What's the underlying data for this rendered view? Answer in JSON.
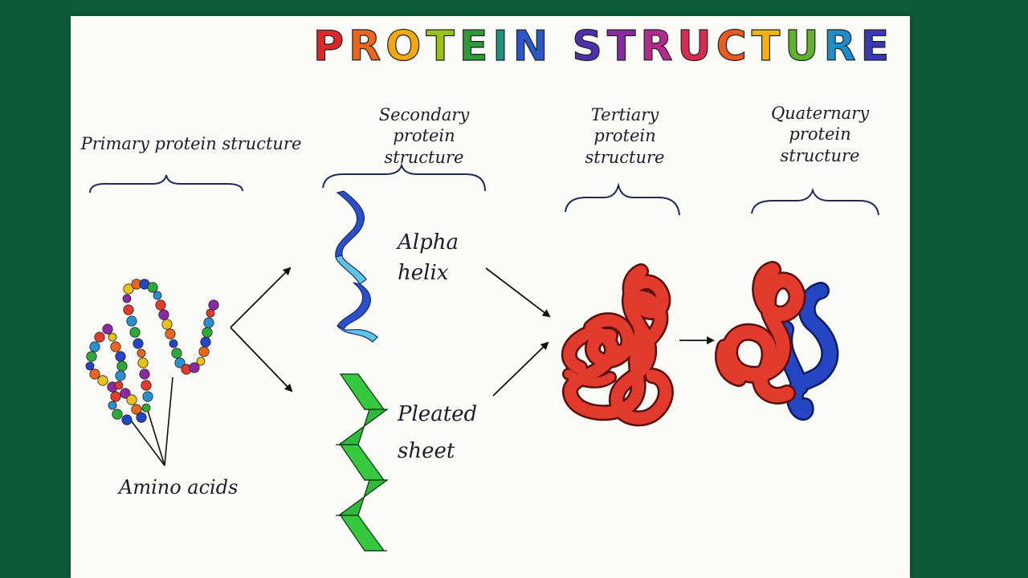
{
  "title": {
    "text": "PROTEIN STRUCTURE",
    "letter_colors": [
      "#d82a2a",
      "#e8661e",
      "#f2a80f",
      "#9ac21a",
      "#2f9a3a",
      "#1f8f86",
      "#2a57c9",
      "#4d2fa8",
      "#8a2aa2",
      "#b42a8c",
      "#d92b52",
      "#e85a1e",
      "#f2b40c",
      "#5fb22a",
      "#1e8cc8",
      "#3a38b4"
    ]
  },
  "levels": {
    "primary": {
      "line1": "Primary protein structure"
    },
    "secondary": {
      "line1": "Secondary",
      "line2": "protein",
      "line3": "structure"
    },
    "tertiary": {
      "line1": "Tertiary",
      "line2": "protein",
      "line3": "structure"
    },
    "quaternary": {
      "line1": "Quaternary",
      "line2": "protein",
      "line3": "structure"
    }
  },
  "labels": {
    "alpha_line1": "Alpha",
    "alpha_line2": "helix",
    "pleated_line1": "Pleated",
    "pleated_line2": "sheet",
    "amino": "Amino acids"
  },
  "colors": {
    "board": "#0f5a3a",
    "paper": "#fbfbf8",
    "helix": "#3a5fd0",
    "helix_light": "#5ec8e0",
    "sheet": "#2fb83a",
    "tertiary": "#e33a2e",
    "quaternary_blue": "#2446c4",
    "ink": "#1c1c2a"
  }
}
